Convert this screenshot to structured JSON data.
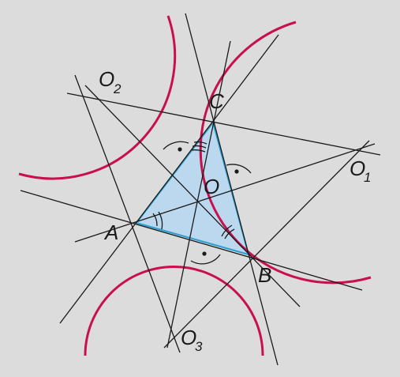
{
  "figure": {
    "colors": {
      "background": "#dcdcdc",
      "triangle_fill": "#bcd8ee",
      "triangle_edge": "#2a9fd0",
      "construction_lines": "#1a1a1a",
      "excircles": "#c8104e"
    },
    "labels": {
      "A": "A",
      "B": "B",
      "C": "C",
      "O": "O",
      "O1": {
        "main": "O",
        "sub": "1"
      },
      "O2": {
        "main": "O",
        "sub": "2"
      },
      "O3": {
        "main": "O",
        "sub": "3"
      }
    }
  }
}
